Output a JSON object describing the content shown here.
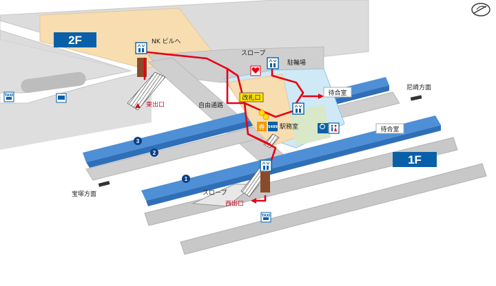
{
  "floors": {
    "upper": "2F",
    "lower": "1F"
  },
  "labels": {
    "nk_building": "NK ビルへ",
    "slope_upper": "スロープ",
    "bicycle_parking": "駐輪場",
    "ticket_gate": "改札口",
    "free_passage": "自由通路",
    "east_exit": "東出口",
    "amagasaki": "尼崎方面",
    "waiting_room_1": "待合室",
    "waiting_room_2": "待合室",
    "station_office": "駅務室",
    "takarazuka": "宝塚方面",
    "slope_lower": "スロープ",
    "west_exit": "西出口"
  },
  "platform_numbers": [
    "1",
    "2",
    "3"
  ],
  "icon_text": {
    "taxi": "TAXI",
    "ticket": "券",
    "id_badge": "5489"
  },
  "colors": {
    "route_red": "#e60012",
    "platform_blue": "#4e8fd6",
    "floor_badge_blue": "#0a60a8",
    "concourse_yellow": "#f7ddb0",
    "ground_gray": "#d9d9d9"
  }
}
